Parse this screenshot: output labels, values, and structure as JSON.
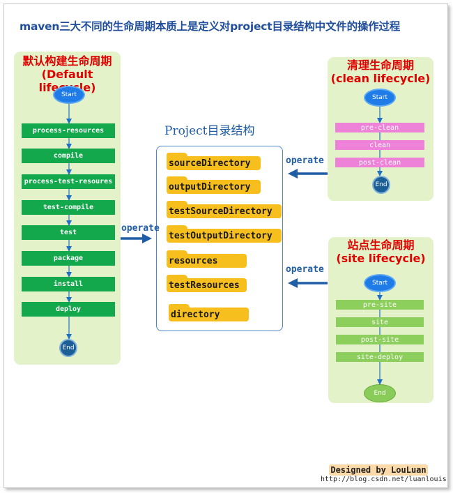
{
  "title": "maven三大不同的生命周期本质上是定义对project目录结构中文件的操作过程",
  "default_lifecycle": {
    "title_line1": "默认构建生命周期",
    "title_line2": "(Default lifecycle)",
    "start": "Start",
    "end": "End",
    "phases": [
      "process-resources",
      "compile",
      "process-test-resoures",
      "test-compile",
      "test",
      "package",
      "install",
      "deploy"
    ]
  },
  "clean_lifecycle": {
    "title_line1": "清理生命周期",
    "title_line2": "(clean lifecycle)",
    "start": "Start",
    "end": "End",
    "phases": [
      "pre-clean",
      "clean",
      "post-clean"
    ]
  },
  "site_lifecycle": {
    "title_line1": "站点生命周期",
    "title_line2": "(site lifecycle)",
    "start": "Start",
    "end": "End",
    "phases": [
      "pre-site",
      "site",
      "post-site",
      "site-deploy"
    ]
  },
  "project": {
    "title": "Project目录结构",
    "folders": [
      "sourceDirectory",
      "outputDirectory",
      "testSourceDirectory",
      "testOutputDirectory",
      "resources",
      "testResources",
      "directory"
    ]
  },
  "operate_labels": [
    "operate",
    "operate",
    "operate"
  ],
  "footer": {
    "designed_by": "Designed by LouLuan",
    "url": "http://blog.csdn.net/luanlouis"
  },
  "colors": {
    "title": "#1f4e9b",
    "panel_bg": "#e3f2c8",
    "panel_title": "#e00000",
    "default_step": "#13a84b",
    "clean_step": "#ee82d9",
    "site_step": "#8dcf5c",
    "folder": "#f7bf1e",
    "arrow": "#1f5da6"
  }
}
